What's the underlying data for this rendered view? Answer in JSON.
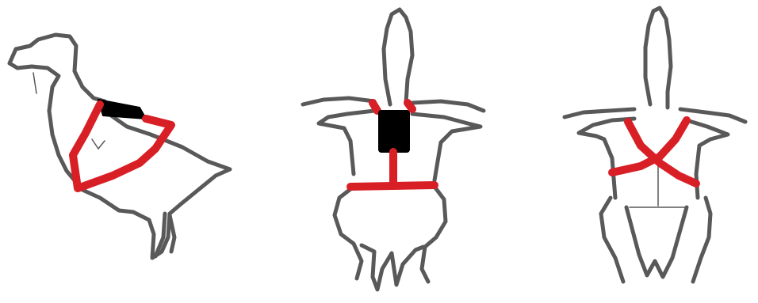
{
  "colors": {
    "outline": "#595959",
    "strap": "#d91f26",
    "device": "#000000",
    "background": "#ffffff"
  },
  "figures": [
    {
      "view": "side",
      "icon": "bird-side-view-harness-icon"
    },
    {
      "view": "back",
      "icon": "bird-back-view-harness-icon"
    },
    {
      "view": "back",
      "icon": "bird-back-view-x-harness-icon"
    }
  ]
}
